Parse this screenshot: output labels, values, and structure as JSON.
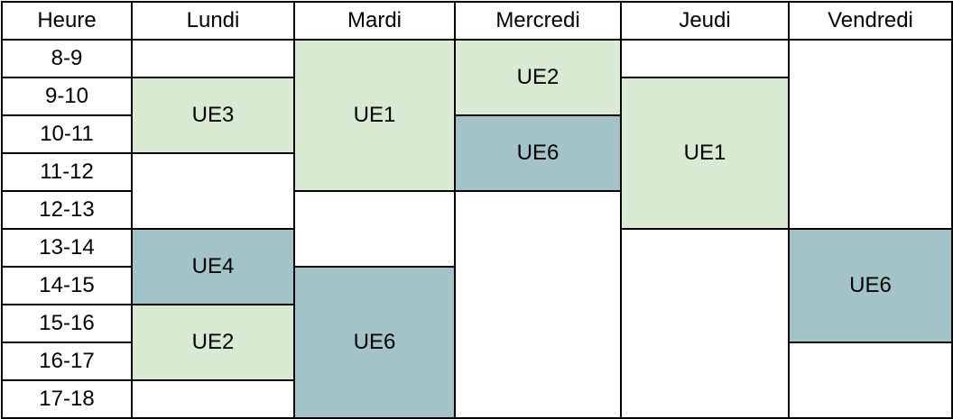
{
  "colors": {
    "light_green": "#d9ead3",
    "teal": "#a2c4c9",
    "border": "#000000",
    "background": "#ffffff"
  },
  "headers": [
    "Heure",
    "Lundi",
    "Mardi",
    "Mercredi",
    "Jeudi",
    "Vendredi"
  ],
  "hours": [
    "8-9",
    "9-10",
    "10-11",
    "11-12",
    "12-13",
    "13-14",
    "14-15",
    "15-16",
    "16-17",
    "17-18"
  ],
  "courses": {
    "lundi_ue3": "UE3",
    "lundi_ue4": "UE4",
    "lundi_ue2": "UE2",
    "mardi_ue1": "UE1",
    "mardi_ue6": "UE6",
    "mercredi_ue2": "UE2",
    "mercredi_ue6": "UE6",
    "jeudi_ue1": "UE1",
    "vendredi_ue6": "UE6"
  }
}
